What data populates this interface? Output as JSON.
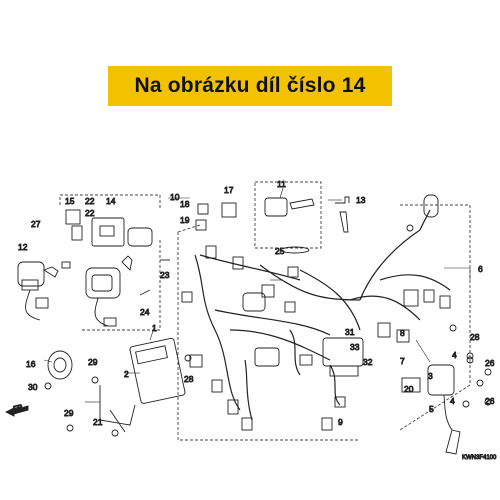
{
  "banner": {
    "text": "Na obrázku díl číslo 14",
    "background": "#f2c200"
  },
  "diagram": {
    "callouts": [
      "1",
      "2",
      "3",
      "4",
      "5",
      "6",
      "7",
      "8",
      "9",
      "10",
      "11",
      "12",
      "13",
      "14",
      "15",
      "16",
      "17",
      "18",
      "19",
      "20",
      "21",
      "22",
      "23",
      "24",
      "25",
      "26",
      "27",
      "28",
      "29",
      "30",
      "31",
      "32",
      "33"
    ],
    "direction_label": "FR.",
    "drawing_code": "KWN3F4100"
  }
}
